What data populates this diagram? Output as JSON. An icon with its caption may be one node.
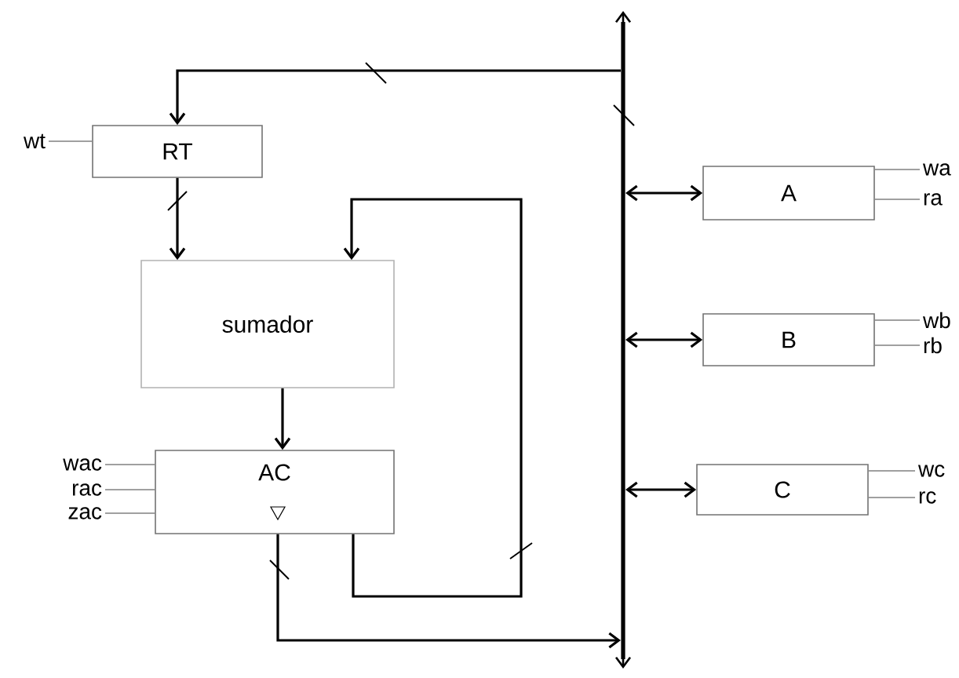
{
  "diagram": {
    "nodes": [
      {
        "text": [
          "RT"
        ]
      },
      {
        "text": [
          "sumador"
        ]
      },
      {
        "text": [
          "AC"
        ]
      },
      {
        "text": [
          "A"
        ]
      },
      {
        "text": [
          "B"
        ]
      },
      {
        "text": [
          "C"
        ]
      },
      {
        "text": [],
        "shape": "bar"
      },
      {
        "text": [
          "wt"
        ]
      },
      {
        "text": [
          "wac"
        ]
      },
      {
        "text": [
          "rac"
        ]
      },
      {
        "text": [
          "zac"
        ]
      },
      {
        "text": [
          "wa"
        ]
      },
      {
        "text": [
          "ra"
        ]
      },
      {
        "text": [
          "wb"
        ]
      },
      {
        "text": [
          "rb"
        ]
      },
      {
        "text": [
          "wc"
        ]
      },
      {
        "text": [
          "rc"
        ]
      }
    ],
    "edges": [
      {
        "from": 6,
        "to": 0,
        "arrow": "to",
        "color": "#000000"
      },
      {
        "from": 0,
        "to": 1,
        "arrow": "to",
        "color": "#000000"
      },
      {
        "from": 1,
        "to": 2,
        "arrow": "to",
        "color": "#000000"
      },
      {
        "from": 2,
        "to": 1,
        "arrow": "to",
        "color": "#000000"
      },
      {
        "from": 2,
        "to": 6,
        "arrow": "to",
        "color": "#000000"
      },
      {
        "from": 6,
        "to": 3,
        "arrow": "both",
        "color": "#000000"
      },
      {
        "from": 6,
        "to": 4,
        "arrow": "both",
        "color": "#000000"
      },
      {
        "from": 6,
        "to": 5,
        "arrow": "both",
        "color": "#000000"
      },
      {
        "from": 7,
        "to": 0,
        "arrow": "none"
      },
      {
        "from": 8,
        "to": 2,
        "arrow": "none"
      },
      {
        "from": 9,
        "to": 2,
        "arrow": "none"
      },
      {
        "from": 10,
        "to": 2,
        "arrow": "none"
      },
      {
        "from": 11,
        "to": 3,
        "arrow": "none"
      },
      {
        "from": 12,
        "to": 3,
        "arrow": "none"
      },
      {
        "from": 13,
        "to": 4,
        "arrow": "none"
      },
      {
        "from": 14,
        "to": 4,
        "arrow": "none"
      },
      {
        "from": 15,
        "to": 5,
        "arrow": "none"
      },
      {
        "from": 16,
        "to": 5,
        "arrow": "none"
      }
    ]
  }
}
